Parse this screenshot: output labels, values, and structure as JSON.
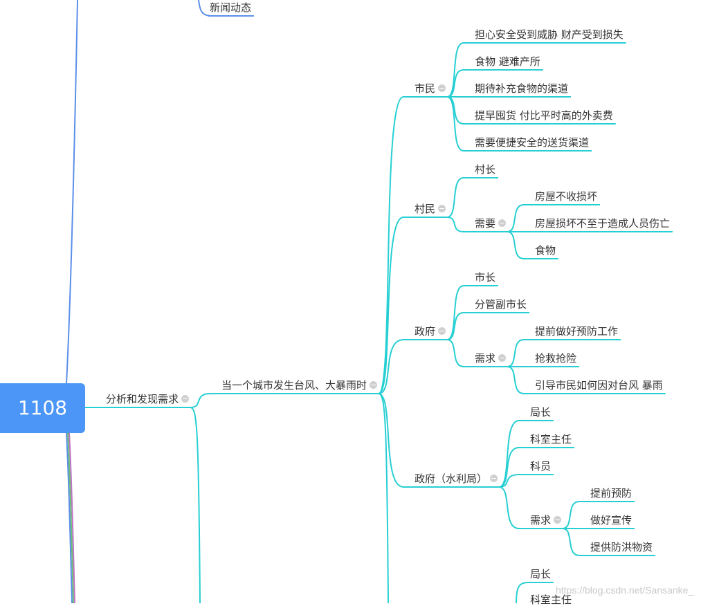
{
  "root": {
    "label": "1108"
  },
  "top_partial": {
    "label": "新闻动态"
  },
  "branch": {
    "label": "分析和发现需求",
    "scenario": {
      "label": "当一个城市发生台风、大暴雨时",
      "groups": [
        {
          "label": "市民",
          "items": [
            "担心安全受到威胁 财产受到损失",
            "食物 避难产所",
            "期待补充食物的渠道",
            "提早囤货 付比平时高的外卖费",
            "需要便捷安全的送货渠道"
          ]
        },
        {
          "label": "村民",
          "items": [
            "村长"
          ],
          "needs": {
            "label": "需要",
            "items": [
              "房屋不收损坏",
              "房屋损坏不至于造成人员伤亡",
              "食物"
            ]
          }
        },
        {
          "label": "政府",
          "items": [
            "市长",
            "分管副市长"
          ],
          "needs": {
            "label": "需求",
            "items": [
              "提前做好预防工作",
              "抢救抢险",
              "引导市民如何因对台风 暴雨"
            ]
          }
        },
        {
          "label": "政府（水利局）",
          "items": [
            "局长",
            "科室主任",
            "科员"
          ],
          "needs": {
            "label": "需求",
            "items": [
              "提前预防",
              "做好宣传",
              "提供防洪物资"
            ]
          }
        },
        {
          "items": [
            "局长",
            "科室主任"
          ]
        }
      ]
    }
  },
  "watermark": "https://blog.csdn.net/Sansanke_",
  "colors": {
    "root": "#4b96f6",
    "link": "#26cfd3",
    "blue_link": "#5b8fe8",
    "collapse": "#cfcfcf"
  }
}
